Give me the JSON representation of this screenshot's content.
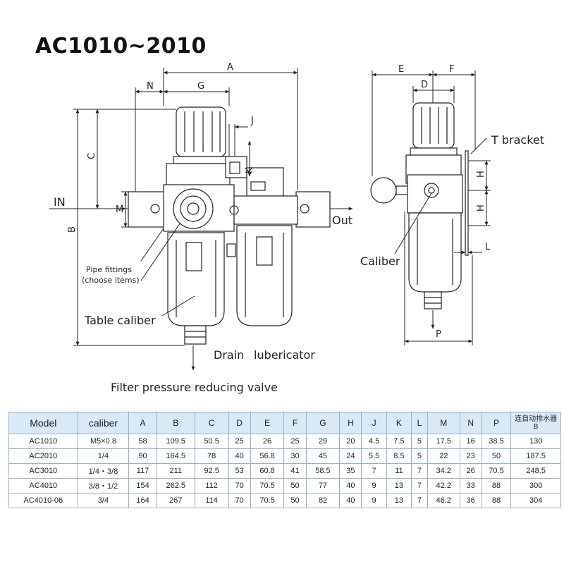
{
  "title": "AC1010~2010",
  "labels": {
    "inlet": "IN",
    "outlet": "Out",
    "pipe_fittings": "Pipe fittings",
    "pipe_fittings_note": "(choose items)",
    "table_caliber": "Table caliber",
    "drain": "Drain",
    "lubricator": "lubericator",
    "t_bracket": "T bracket",
    "caliber": "Caliber",
    "caption": "Filter pressure reducing valve"
  },
  "dimension_letters": {
    "A": "A",
    "N": "N",
    "G": "G",
    "J": "J",
    "C": "C",
    "K": "K",
    "M": "M",
    "B": "B",
    "E": "E",
    "F": "F",
    "D": "D",
    "H1": "H",
    "H2": "H",
    "L": "L",
    "P": "P"
  },
  "table": {
    "headers": [
      "Model",
      "caliber",
      "A",
      "B",
      "C",
      "D",
      "E",
      "F",
      "G",
      "H",
      "J",
      "K",
      "L",
      "M",
      "N",
      "P"
    ],
    "auto_drain_header": "连自动排水器",
    "auto_drain_sub": "B",
    "rows": [
      [
        "AC1010",
        "M5×0.8",
        "58",
        "109.5",
        "50.5",
        "25",
        "26",
        "25",
        "29",
        "20",
        "4.5",
        "7.5",
        "5",
        "17.5",
        "16",
        "38.5",
        "130"
      ],
      [
        "AC2010",
        "1/4",
        "90",
        "164.5",
        "78",
        "40",
        "56.8",
        "30",
        "45",
        "24",
        "5.5",
        "8.5",
        "5",
        "22",
        "23",
        "50",
        "187.5"
      ],
      [
        "AC3010",
        "1/4・3/8",
        "117",
        "211",
        "92.5",
        "53",
        "60.8",
        "41",
        "58.5",
        "35",
        "7",
        "11",
        "7",
        "34.2",
        "26",
        "70.5",
        "248.5"
      ],
      [
        "AC4010",
        "3/8・1/2",
        "154",
        "262.5",
        "112",
        "70",
        "70.5",
        "50",
        "77",
        "40",
        "9",
        "13",
        "7",
        "42.2",
        "33",
        "88",
        "300"
      ],
      [
        "AC4010-06",
        "3/4",
        "164",
        "267",
        "114",
        "70",
        "70.5",
        "50",
        "82",
        "40",
        "9",
        "13",
        "7",
        "46.2",
        "36",
        "88",
        "304"
      ]
    ]
  },
  "colors": {
    "header_bg": "#d9e9f6",
    "border": "#9bb0c4",
    "ink": "#222222"
  }
}
